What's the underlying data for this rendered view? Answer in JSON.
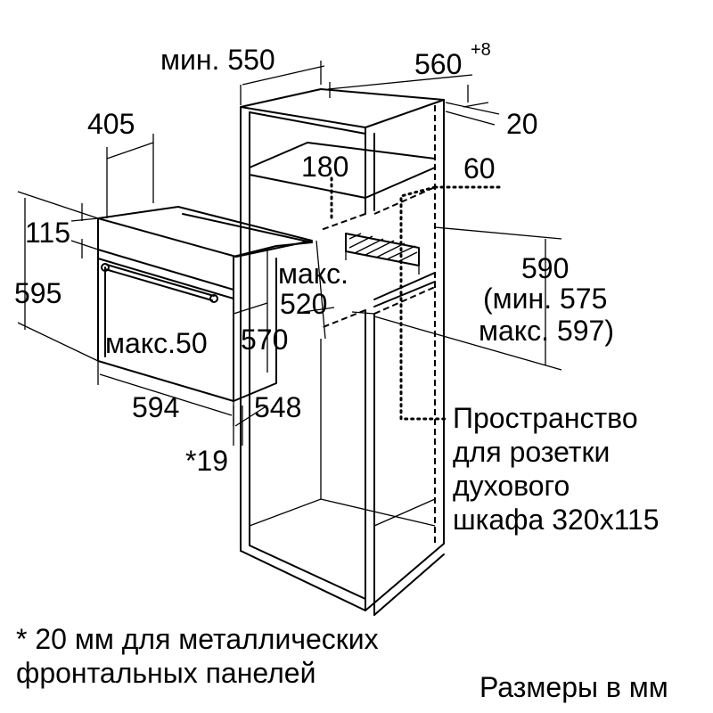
{
  "dimensions": {
    "min_550": "мин. 550",
    "d560": "560",
    "d560_tol": "+8",
    "d20": "20",
    "d405": "405",
    "d180": "180",
    "d60": "60",
    "d115": "115",
    "d595": "595",
    "maks": "макс.",
    "d520": "520",
    "d590": "590",
    "min575": "(мин. 575",
    "maks597": "макс. 597)",
    "maks50": "макс.50",
    "d570": "570",
    "d594": "594",
    "d548": "548",
    "star19": "*19"
  },
  "socket_note": {
    "line1": "Пространство",
    "line2": "для розетки",
    "line3": "духового",
    "line4": "шкафа 320x115"
  },
  "footnote": {
    "line1": "* 20 мм для металлических",
    "line2": "фронтальных панелей"
  },
  "units_note": "Размеры в мм"
}
